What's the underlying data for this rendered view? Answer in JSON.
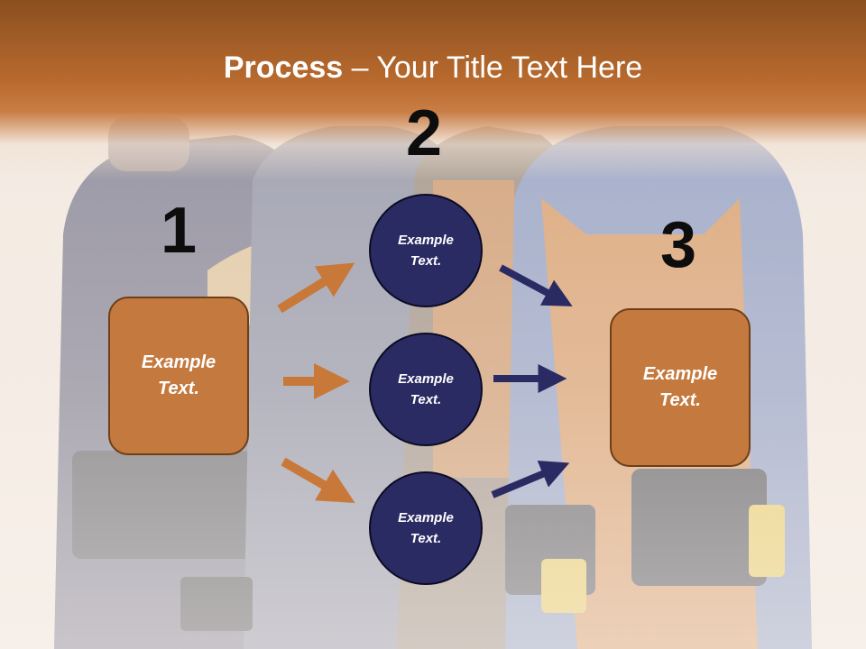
{
  "slide": {
    "title_bold": "Process",
    "title_rest": " – Your Title Text Here",
    "numbers": [
      "1",
      "2",
      "3"
    ],
    "left_box": "Example\nText.",
    "circles": [
      "Example\nText.",
      "Example\nText.",
      "Example\nText."
    ],
    "right_box": "Example\nText.",
    "background": "workers-with-tool-belts-photo",
    "colors": {
      "header": "#b86a2e",
      "box_fill": "#c47a3f",
      "circle_fill": "#2b2b63",
      "orange_arrow": "#c8793a",
      "navy_arrow": "#2b2b63"
    }
  }
}
